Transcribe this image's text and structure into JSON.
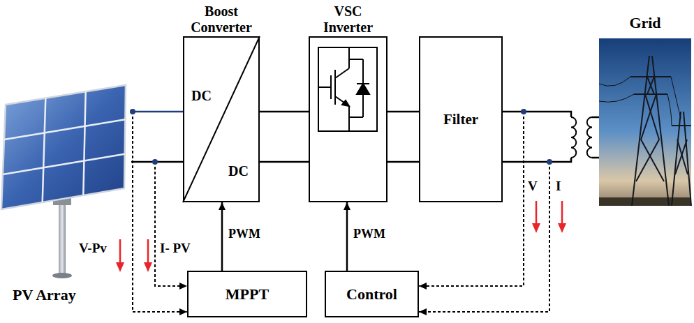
{
  "diagram": {
    "nodes": [
      {
        "text": [
          "PV Array"
        ]
      },
      {
        "text": [
          "Boost Converter",
          "DC",
          "DC"
        ]
      },
      {
        "text": [
          "VSC Inverter"
        ]
      },
      {
        "text": [
          "Filter"
        ]
      },
      {
        "text": [
          "Grid"
        ]
      },
      {
        "text": [
          "MPPT"
        ]
      },
      {
        "text": [
          "Control"
        ]
      }
    ],
    "edges": [
      {
        "from": 0,
        "to": 1,
        "arrow": "none"
      },
      {
        "from": 1,
        "to": 2,
        "arrow": "none"
      },
      {
        "from": 2,
        "to": 3,
        "arrow": "none"
      },
      {
        "from": 3,
        "to": 4,
        "arrow": "none"
      },
      {
        "from": 5,
        "to": 1,
        "label": "PWM",
        "arrow": "to"
      },
      {
        "from": 6,
        "to": 2,
        "label": "PWM",
        "arrow": "to"
      },
      {
        "from": 0,
        "to": 5,
        "arrow": "to"
      },
      {
        "from": 3,
        "to": 6,
        "arrow": "to"
      }
    ],
    "labels": [
      "V-Pv",
      "I- PV",
      "V",
      "I"
    ]
  }
}
